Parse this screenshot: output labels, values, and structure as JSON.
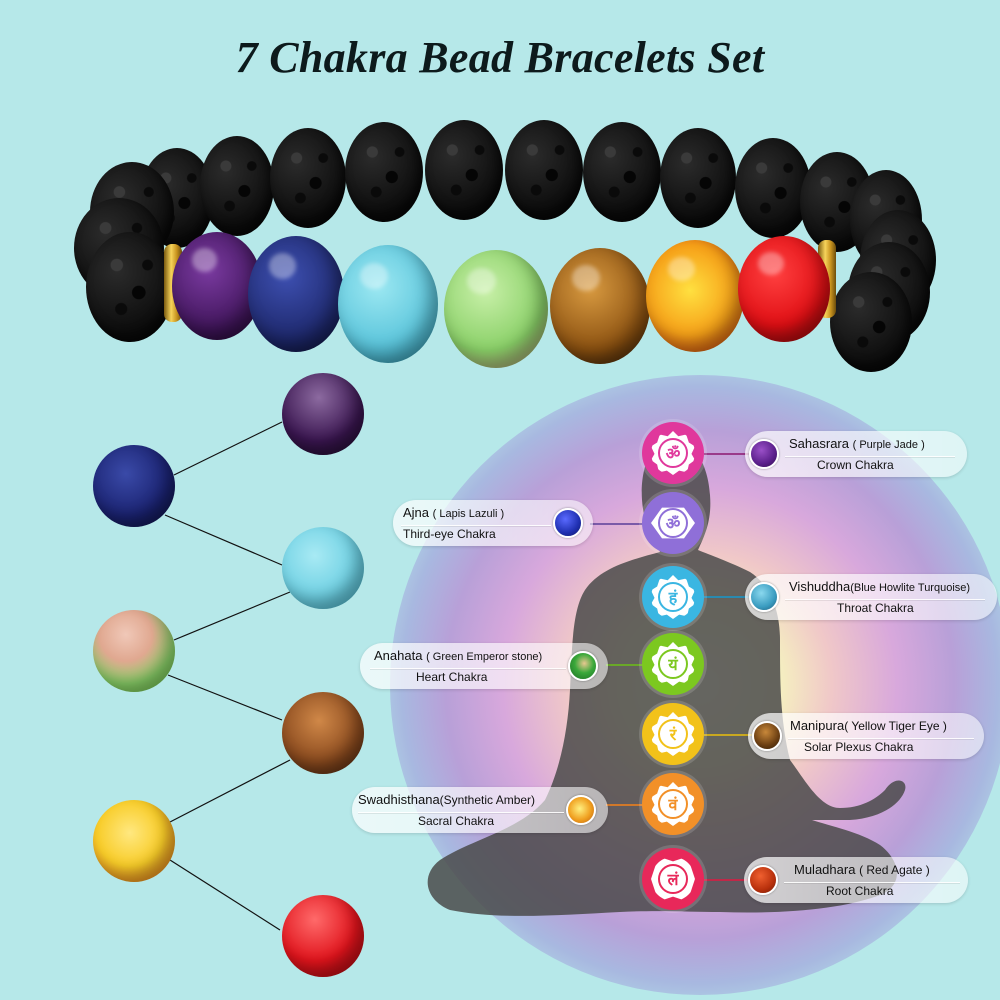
{
  "title": "7 Chakra Bead Bracelets Set",
  "colors": {
    "background": "#b6e8e9",
    "title": "#0d1a1c"
  },
  "bracelet": {
    "lava_beads": 22,
    "gemstone_beads": [
      {
        "name": "Purple Jade",
        "color": "#4b1f6a"
      },
      {
        "name": "Lapis Lazuli",
        "color": "#2b3a8f"
      },
      {
        "name": "Blue Howlite Turquoise",
        "color": "#6fd0de"
      },
      {
        "name": "Green Emperor stone",
        "color": "#98d878"
      },
      {
        "name": "Yellow Tiger Eye",
        "color": "#8a5a1a"
      },
      {
        "name": "Synthetic Amber",
        "color": "#f4a21a"
      },
      {
        "name": "Red Agate",
        "color": "#e8101a"
      }
    ],
    "spacer": "gold"
  },
  "left_beads": [
    {
      "name": "purple-jade-bead",
      "color": "#4a2160"
    },
    {
      "name": "lapis-lazuli-bead",
      "color": "#27327e"
    },
    {
      "name": "turquoise-bead",
      "color": "#7ed4e4"
    },
    {
      "name": "emperor-stone-bead",
      "color": "#8cd46a"
    },
    {
      "name": "tiger-eye-bead",
      "color": "#8a4a1e"
    },
    {
      "name": "amber-bead",
      "color": "#f6c21e"
    },
    {
      "name": "red-agate-bead",
      "color": "#e0141c"
    }
  ],
  "chakras": [
    {
      "id": "sahasrara",
      "name": "Sahasrara",
      "stone": "( Purple Jade )",
      "subtitle": "Crown Chakra",
      "symbol": "ॐ",
      "color": "#e0389c",
      "stone_color": "#5a1f8a",
      "side": "right"
    },
    {
      "id": "ajna",
      "name": "Ajna",
      "stone": "( Lapis Lazuli )",
      "subtitle": "Third-eye Chakra",
      "symbol": "ॐ",
      "color": "#8f6fd8",
      "stone_color": "#1f2fb0",
      "side": "left"
    },
    {
      "id": "vishuddha",
      "name": "Vishuddha",
      "stone": "(Blue Howlite Turquoise)",
      "subtitle": "Throat Chakra",
      "symbol": "हं",
      "color": "#3ab6e2",
      "stone_color": "#3a9cc0",
      "side": "right"
    },
    {
      "id": "anahata",
      "name": "Anahata",
      "stone": "( Green Emperor stone)",
      "subtitle": "Heart Chakra",
      "symbol": "यं",
      "color": "#7cc820",
      "stone_color": "#2a9a3a",
      "side": "left"
    },
    {
      "id": "manipura",
      "name": "Manipura",
      "stone": "( Yellow Tiger Eye )",
      "subtitle": "Solar Plexus Chakra",
      "symbol": "रं",
      "color": "#f2c21a",
      "stone_color": "#6a3e12",
      "side": "right"
    },
    {
      "id": "swadhisthana",
      "name": "Swadhisthana",
      "stone": "(Synthetic Amber)",
      "subtitle": "Sacral Chakra",
      "symbol": "वं",
      "color": "#f29028",
      "stone_color": "#f0a020",
      "side": "left"
    },
    {
      "id": "muladhara",
      "name": "Muladhara",
      "stone": "( Red Agate )",
      "subtitle": "Root Chakra",
      "symbol": "लं",
      "color": "#e8285a",
      "stone_color": "#b8300c",
      "side": "right"
    }
  ]
}
